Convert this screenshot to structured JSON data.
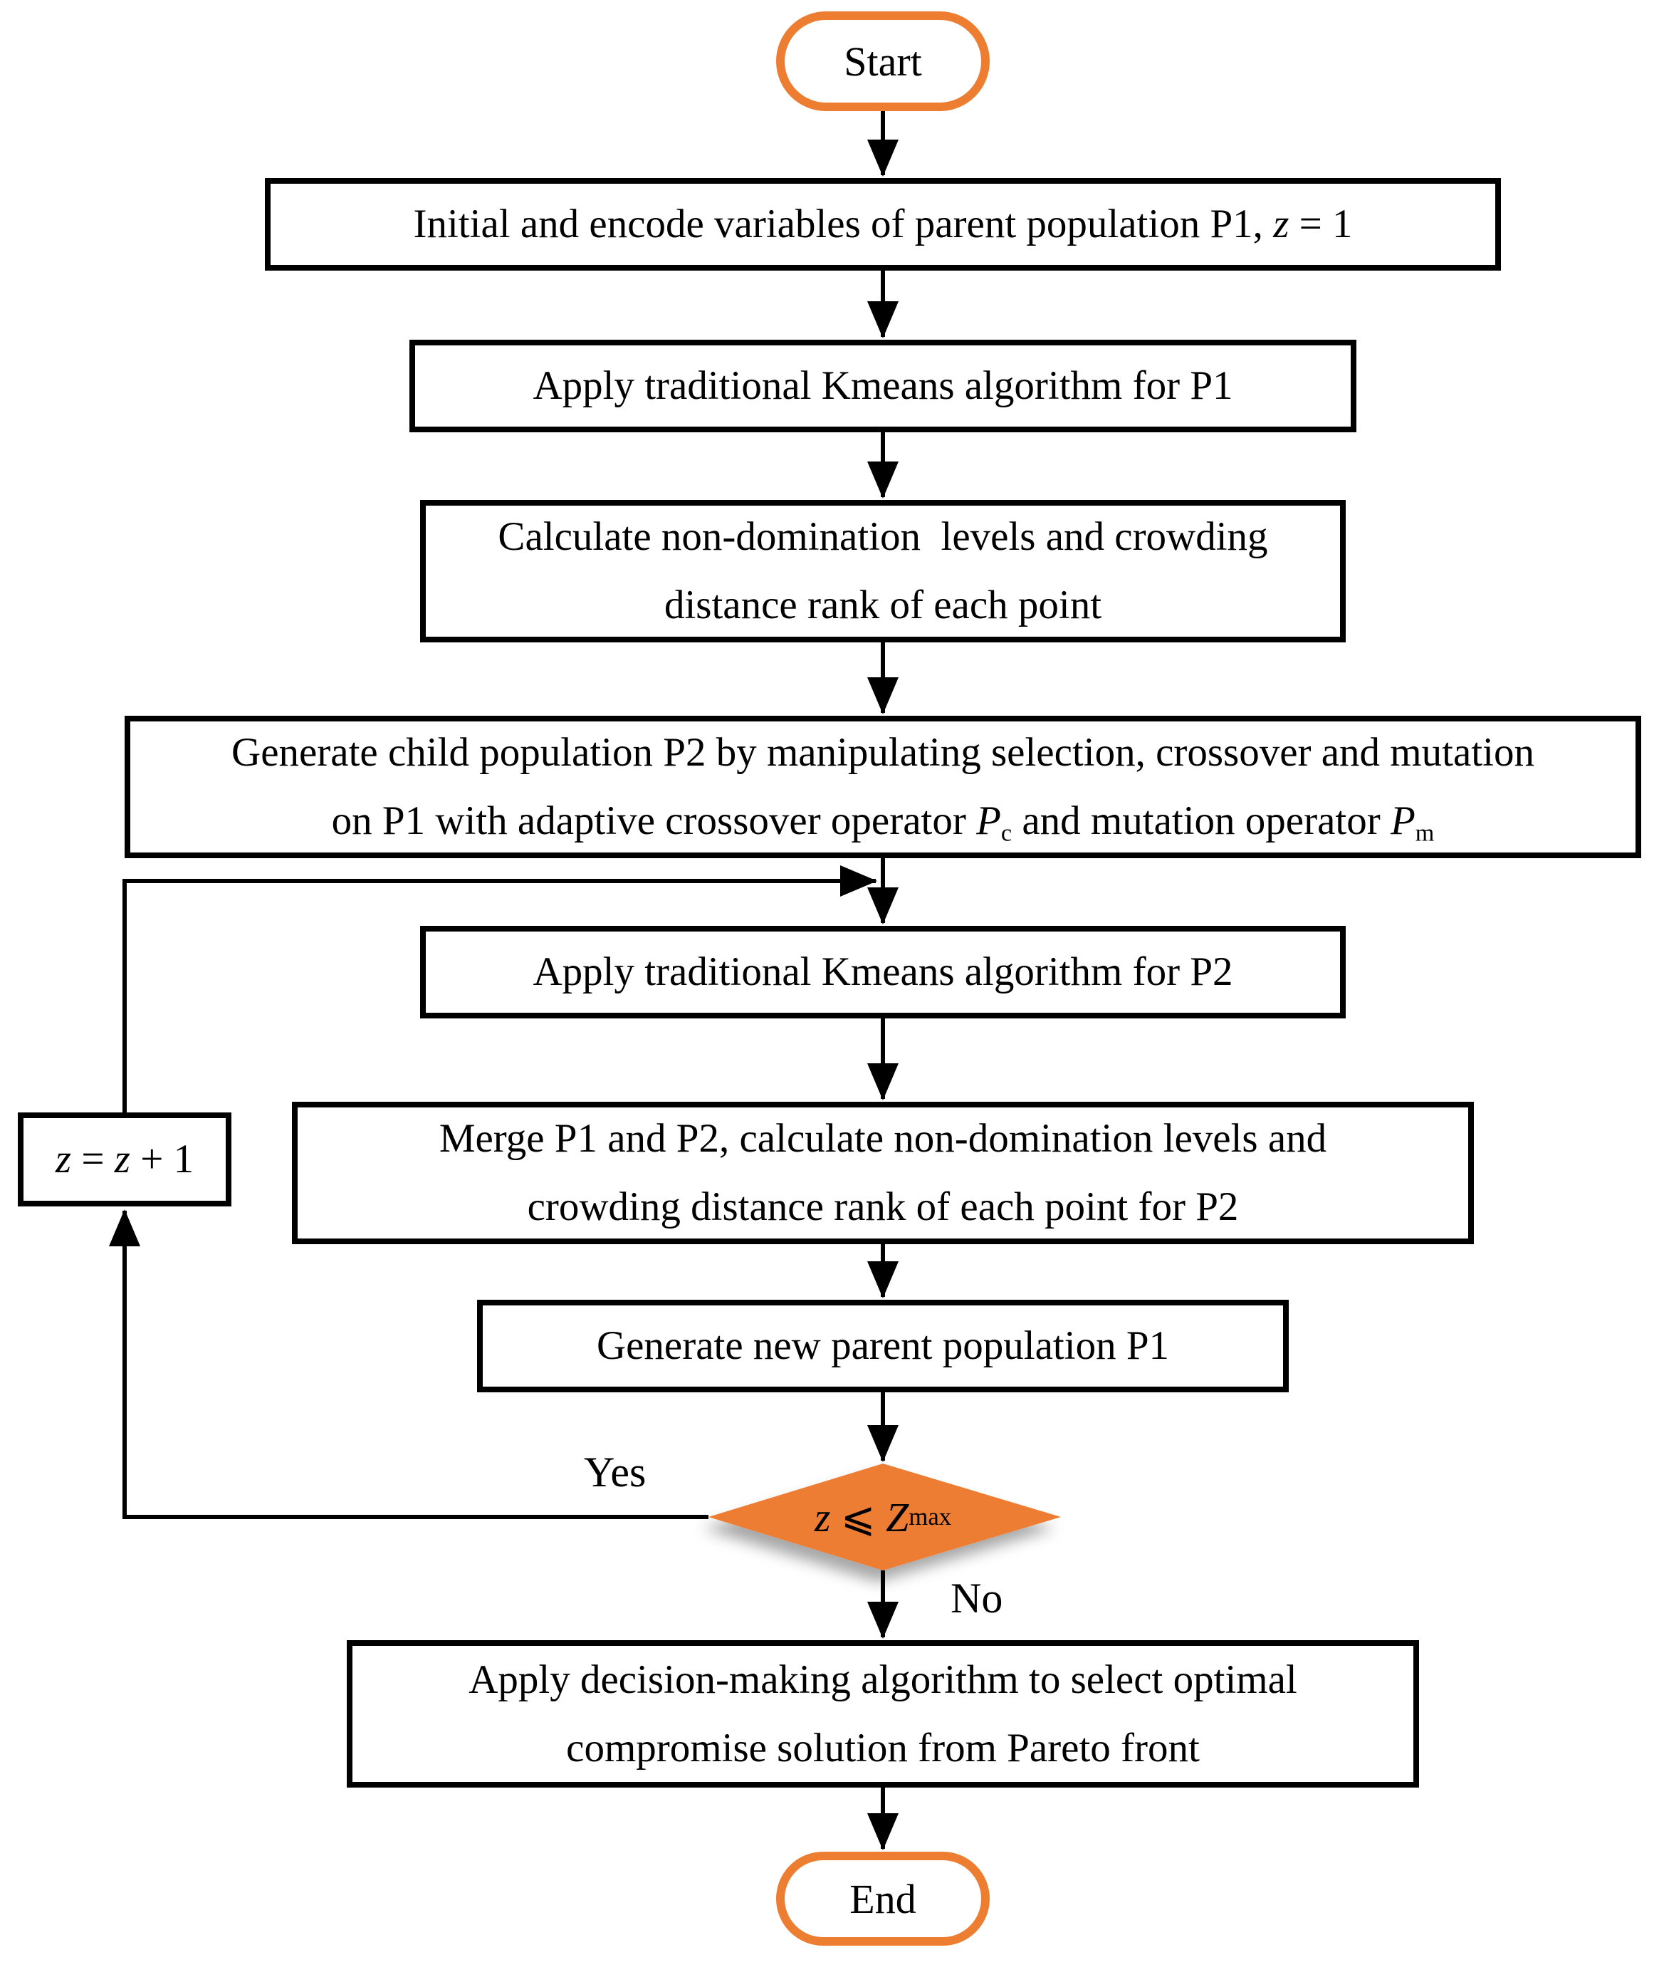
{
  "colors": {
    "accent_orange": "#ED7D31",
    "connector_black": "#000000",
    "box_fill": "#FFFFFF",
    "text_black": "#000000"
  },
  "nodes": {
    "start": {
      "label": "Start"
    },
    "init_encode": {
      "text_pre": "Initial and encode variables of parent population P1, ",
      "text_var": "z",
      "text_post": " = 1"
    },
    "kmeans_p1": {
      "label": "Apply traditional Kmeans algorithm for P1"
    },
    "calc_nondom": {
      "line1": "Calculate non-domination  levels and crowding",
      "line2": "distance rank of each point"
    },
    "gen_child": {
      "line1": "Generate child population P2 by manipulating selection, crossover and mutation",
      "line2_pre": "on P1 with adaptive crossover operator ",
      "line2_var1": "P",
      "line2_sub1": "c",
      "line2_mid": " and mutation operator ",
      "line2_var2": "P",
      "line2_sub2": "m"
    },
    "kmeans_p2": {
      "label": "Apply traditional Kmeans algorithm for P2"
    },
    "merge": {
      "line1": "Merge P1 and P2, calculate non-domination levels and",
      "line2": "crowding distance rank of each point for P2"
    },
    "gen_parent": {
      "label": "Generate new parent population P1"
    },
    "increment": {
      "var1": "z",
      "eq": " = ",
      "var2": "z",
      "plus": " + 1"
    },
    "decision": {
      "var": "z",
      "op": " ⩽ ",
      "limit_var": "Z",
      "limit_sub": "max"
    },
    "decision_making": {
      "line1": "Apply decision-making algorithm to select optimal",
      "line2": "compromise solution from Pareto front"
    },
    "end": {
      "label": "End"
    }
  },
  "edge_labels": {
    "yes": "Yes",
    "no": "No"
  }
}
